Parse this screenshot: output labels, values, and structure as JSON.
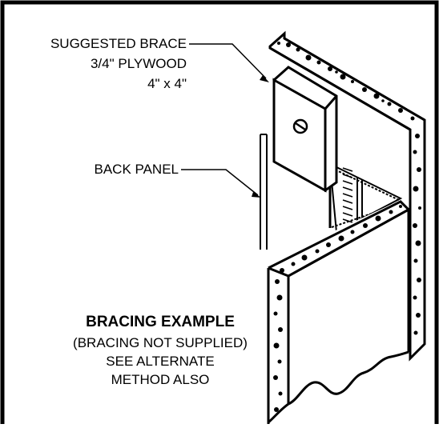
{
  "labels": {
    "brace_line1": "SUGGESTED BRACE",
    "brace_line2": "3/4\" PLYWOOD",
    "brace_line3": "4\" x 4\"",
    "back_panel": "BACK PANEL",
    "example_title": "BRACING EXAMPLE",
    "example_line1": "(BRACING NOT SUPPLIED)",
    "example_line2": "SEE ALTERNATE",
    "example_line3": "METHOD ALSO"
  }
}
